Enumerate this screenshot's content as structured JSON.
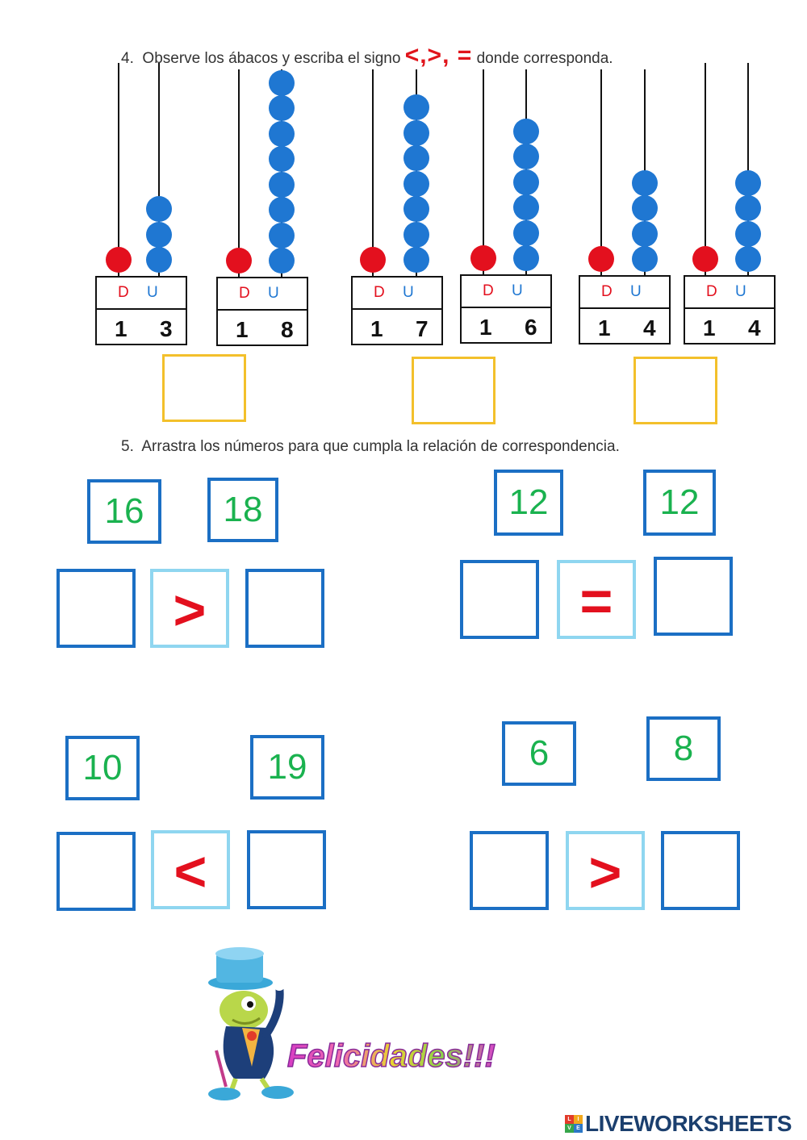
{
  "q4": {
    "number": "4.",
    "text_before": "Observe los ábacos y escriba el signo",
    "signs": "<,>, =",
    "text_after": "donde corresponda."
  },
  "abacus_header": {
    "d": "D",
    "u": "U"
  },
  "abaci": [
    {
      "tens": "1",
      "units": "3"
    },
    {
      "tens": "1",
      "units": "8"
    },
    {
      "tens": "1",
      "units": "7"
    },
    {
      "tens": "1",
      "units": "6"
    },
    {
      "tens": "1",
      "units": "4"
    },
    {
      "tens": "1",
      "units": "4"
    }
  ],
  "q5": {
    "number": "5.",
    "text": "Arrastra los números para que cumpla la relación de correspondencia."
  },
  "groups": [
    {
      "tiles": [
        "16",
        "18"
      ],
      "sign": ">"
    },
    {
      "tiles": [
        "12",
        "12"
      ],
      "sign": "="
    },
    {
      "tiles": [
        "10",
        "19"
      ],
      "sign": "<"
    },
    {
      "tiles": [
        "6",
        "8"
      ],
      "sign": ">"
    }
  ],
  "banner": {
    "text": "Felicidades!!!"
  },
  "brand": {
    "name": "LIVEWORKSHEETS",
    "icon_letters": [
      "L",
      "I",
      "V",
      "E"
    ]
  },
  "colors": {
    "bead_units": "#1f77d2",
    "bead_tens": "#e3101e",
    "tile_number": "#1ab24f",
    "tile_border": "#1b6fc4",
    "sign": "#e3101e",
    "answer_box": "#f3c02b"
  }
}
